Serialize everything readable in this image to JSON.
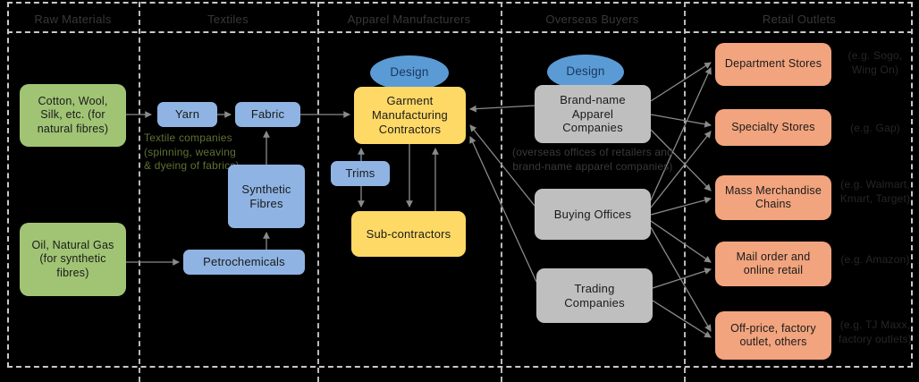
{
  "diagram_title": "Apparel supply chain flow diagram",
  "columns": [
    {
      "header": "Raw Materials"
    },
    {
      "header": "Textiles"
    },
    {
      "header": "Apparel Manufacturers"
    },
    {
      "header": "Overseas Buyers"
    },
    {
      "header": "Retail Outlets"
    }
  ],
  "raw": {
    "natural": "Cotton,  Wool, Silk, etc. (for natural fibres)",
    "synthetic": "Oil, Natural Gas (for synthetic fibres)"
  },
  "textiles": {
    "yarn": "Yarn",
    "fabric": "Fabric",
    "synthetic_fibres": "Synthetic Fibres",
    "petrochemicals": "Petrochemicals",
    "note": "Textile companies (spinning, weaving & dyeing of fabrics)"
  },
  "apparel": {
    "design": "Design",
    "garment_contractors": "Garment Manufacturing Contractors",
    "trims": "Trims",
    "subcontractors": "Sub-contractors"
  },
  "buyers": {
    "design": "Design",
    "brand_name": "Brand-name Apparel Companies",
    "buying_offices": "Buying Offices",
    "note": "(overseas offices of retailers and brand-name apparel companies)",
    "trading_companies": "Trading Companies"
  },
  "retail": {
    "items": [
      {
        "label": "Department Stores",
        "note": "(e.g. Sogo, Wing On)"
      },
      {
        "label": "Specialty Stores",
        "note": "(e.g. Gap)"
      },
      {
        "label": "Mass Merchandise Chains",
        "note": "(e.g. Walmart, Kmart, Target)"
      },
      {
        "label": "Mail order and online retail",
        "note": "(e.g. Amazon)"
      },
      {
        "label": "Off-price, factory outlet, others",
        "note": "(e.g. TJ Maxx, factory outlets)"
      }
    ]
  },
  "colors": {
    "background": "#000000",
    "raw_material_box": "#a0c474",
    "textile_box": "#8fb4e3",
    "manufacturer_box": "#ffd966",
    "buyer_box": "#bfbfbf",
    "retail_box": "#f2a47e",
    "design_oval": "#5b9bd5",
    "arrow": "#8a8a8a",
    "grid_dash": "#c9c9c9",
    "header_text": "#383838"
  }
}
